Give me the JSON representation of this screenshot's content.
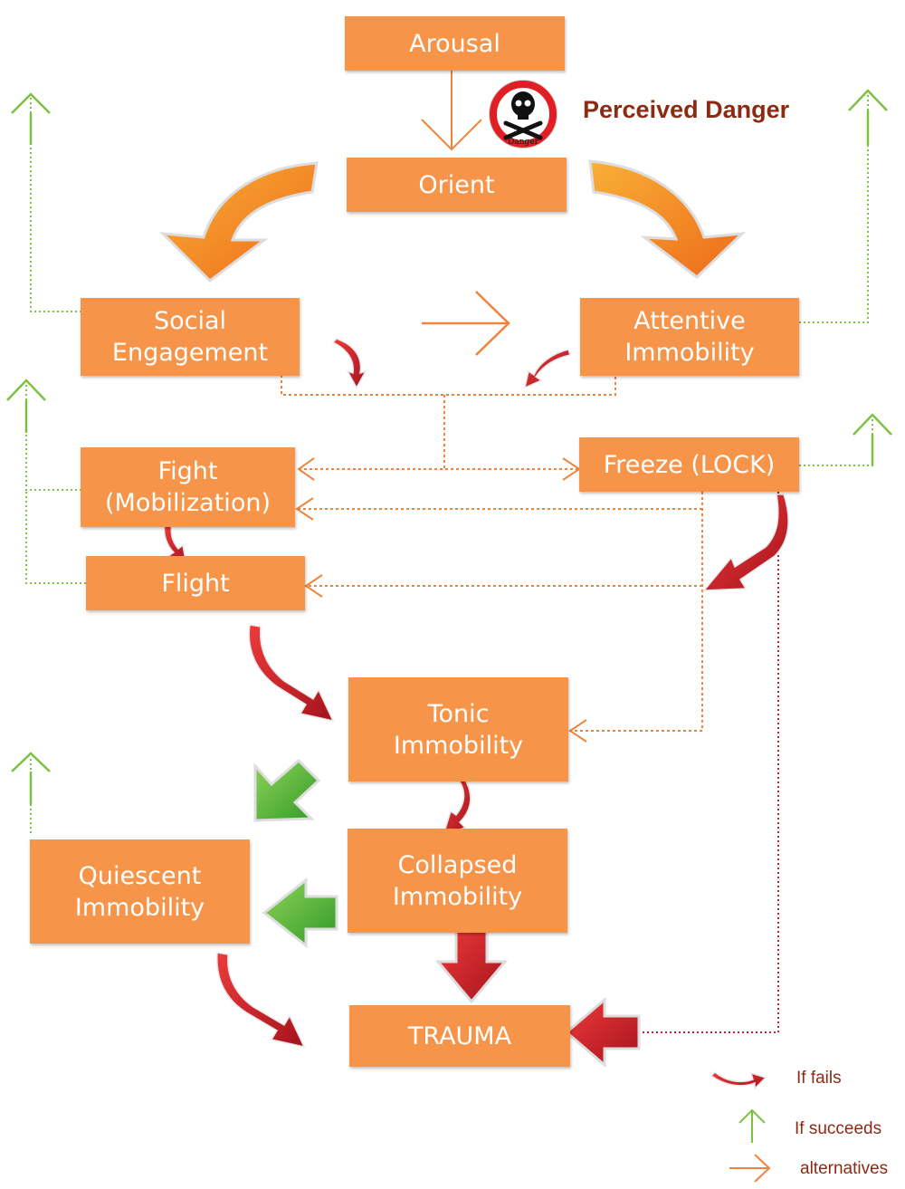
{
  "nodes": {
    "arousal": "Arousal",
    "orient": "Orient",
    "social": "Social\nEngagement",
    "attentive": "Attentive\nImmobility",
    "fight": "Fight\n(Mobilization)",
    "freeze": "Freeze (LOCK)",
    "flight": "Flight",
    "tonic": "Tonic\nImmobility",
    "collapsed": "Collapsed\nImmobility",
    "quiescent": "Quiescent\nImmobility",
    "trauma": "TRAUMA"
  },
  "danger": {
    "label": "Perceived Danger",
    "sign_text": "Danger",
    "icon": "skull-crossbones-icon"
  },
  "legend": {
    "fails": "If fails",
    "succeeds": "If succeeds",
    "alternatives": "alternatives"
  },
  "colors": {
    "box": "#f6954a",
    "box_text": "#ffffff",
    "alternative_line": "#f0843c",
    "success_line": "#7cc242",
    "fail_arrow": "#c8202e",
    "recovery_arrow": "#4cae2e",
    "big_curve_arrow": "#f28a1e",
    "danger_label": "#8c2a12"
  }
}
